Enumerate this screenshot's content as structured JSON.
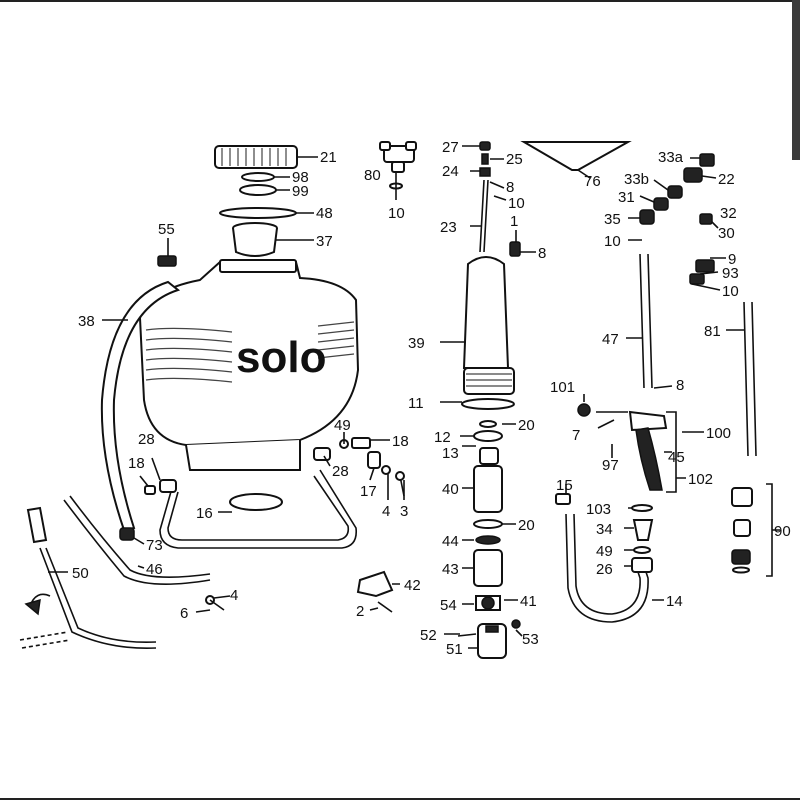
{
  "brand": "solo",
  "labels": [
    "21",
    "98",
    "99",
    "48",
    "37",
    "55",
    "38",
    "28",
    "18",
    "49",
    "18",
    "28",
    "17",
    "4",
    "3",
    "16",
    "73",
    "50",
    "46",
    "4",
    "6",
    "80",
    "10",
    "27",
    "25",
    "24",
    "8",
    "10",
    "23",
    "1",
    "8",
    "39",
    "11",
    "12",
    "20",
    "13",
    "40",
    "20",
    "44",
    "43",
    "54",
    "41",
    "42",
    "2",
    "52",
    "53",
    "51",
    "76",
    "33a",
    "22",
    "33b",
    "31",
    "32",
    "35",
    "30",
    "10",
    "9",
    "93",
    "10",
    "47",
    "81",
    "101",
    "8",
    "7",
    "100",
    "97",
    "45",
    "102",
    "15",
    "103",
    "34",
    "49",
    "26",
    "14",
    "90"
  ]
}
